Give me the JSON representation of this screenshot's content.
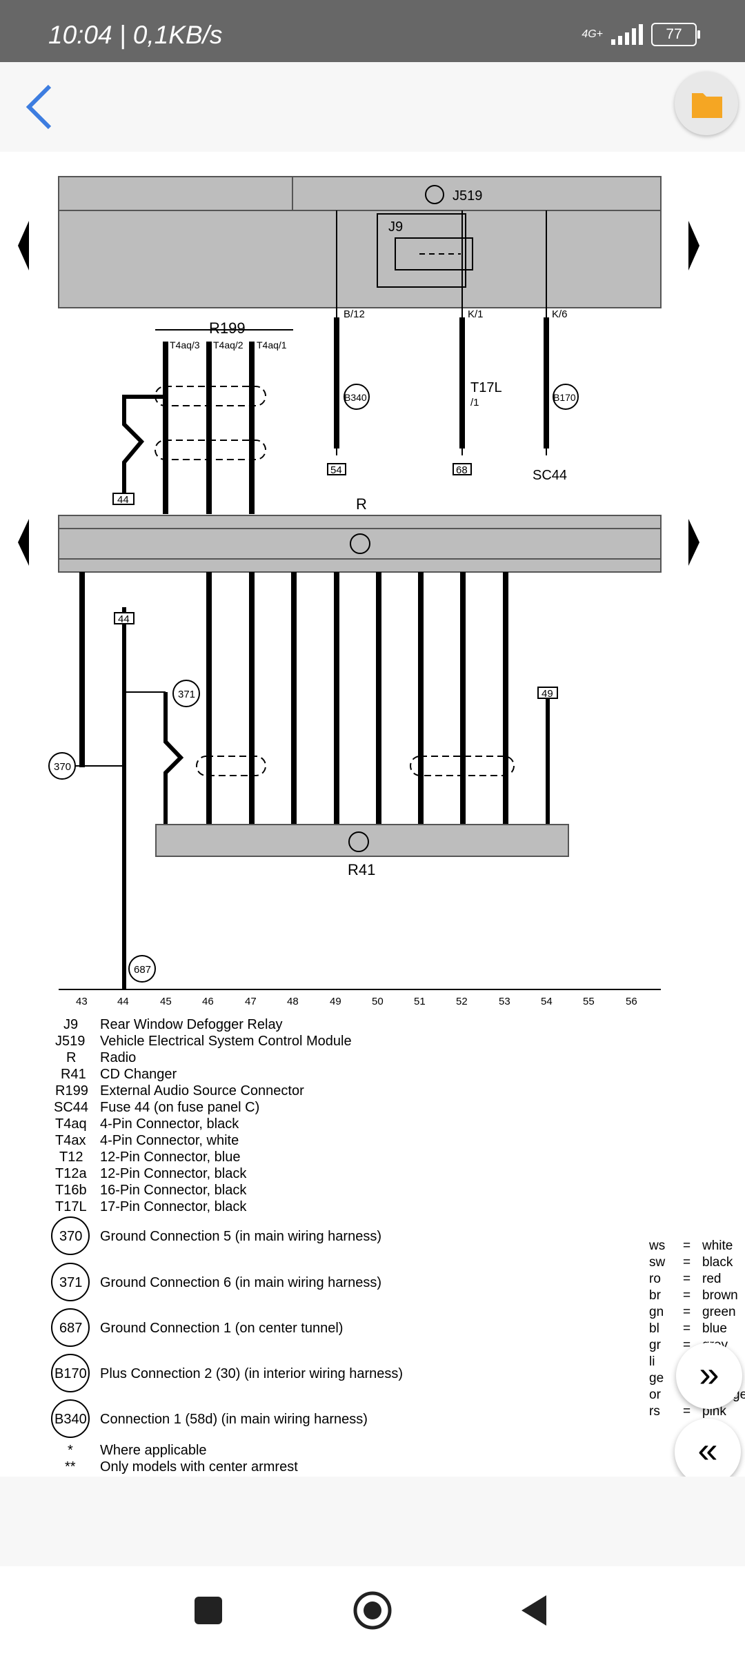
{
  "status": {
    "time": "10:04 | 0,1KB/s",
    "network": "4G+",
    "battery": "77"
  },
  "toolbar": {
    "back_icon": "chevron-left-icon",
    "folder_icon": "folder-icon",
    "folder_color": "#f5a623"
  },
  "diagram": {
    "j519_label": "J519",
    "j9_label": "J9",
    "r199_label": "R199",
    "r_label": "R",
    "r41_label": "R41",
    "wires": {
      "b12": "B/12",
      "k1": "K/1",
      "k6": "K/6",
      "t4aq3": "T4aq/3",
      "t4aq2": "T4aq/2",
      "t4aq1": "T4aq/1",
      "b340": "B340",
      "b170": "B170",
      "t17l": "T17L",
      "t17l_pin": "/1",
      "fuse_54": "54",
      "fuse_68": "68",
      "sc44": "SC44",
      "fuse_44": "44",
      "fuse_49": "49",
      "g370": "370",
      "g371": "371",
      "g687": "687"
    },
    "columns": [
      "43",
      "44",
      "45",
      "46",
      "47",
      "48",
      "49",
      "50",
      "51",
      "52",
      "53",
      "54",
      "55",
      "56"
    ]
  },
  "legend": [
    {
      "code": "J9",
      "desc": "Rear Window Defogger Relay"
    },
    {
      "code": "J519",
      "desc": "Vehicle Electrical System Control Module"
    },
    {
      "code": "R",
      "desc": "Radio"
    },
    {
      "code": "R41",
      "desc": "CD Changer"
    },
    {
      "code": "R199",
      "desc": "External Audio Source Connector"
    },
    {
      "code": "SC44",
      "desc": "Fuse 44 (on fuse panel C)"
    },
    {
      "code": "T4aq",
      "desc": "4-Pin Connector, black"
    },
    {
      "code": "T4ax",
      "desc": "4-Pin Connector, white"
    },
    {
      "code": "T12",
      "desc": "12-Pin Connector, blue"
    },
    {
      "code": "T12a",
      "desc": "12-Pin Connector, black"
    },
    {
      "code": "T16b",
      "desc": "16-Pin Connector, black"
    },
    {
      "code": "T17L",
      "desc": "17-Pin Connector, black"
    }
  ],
  "grounds": [
    {
      "code": "370",
      "desc": "Ground Connection 5 (in main wiring harness)"
    },
    {
      "code": "371",
      "desc": "Ground Connection 6 (in main wiring harness)"
    },
    {
      "code": "687",
      "desc": "Ground Connection 1 (on center tunnel)"
    },
    {
      "code": "B170",
      "desc": "Plus Connection 2 (30) (in interior wiring harness)"
    },
    {
      "code": "B340",
      "desc": "Connection 1 (58d) (in main wiring harness)"
    }
  ],
  "notes": [
    {
      "mark": "*",
      "desc": "Where applicable"
    },
    {
      "mark": "**",
      "desc": "Only models with center armrest"
    }
  ],
  "colors": [
    {
      "abbr": "ws",
      "name": "white"
    },
    {
      "abbr": "sw",
      "name": "black"
    },
    {
      "abbr": "ro",
      "name": "red"
    },
    {
      "abbr": "br",
      "name": "brown"
    },
    {
      "abbr": "gn",
      "name": "green"
    },
    {
      "abbr": "bl",
      "name": "blue"
    },
    {
      "abbr": "gr",
      "name": "grey"
    },
    {
      "abbr": "li",
      "name": ""
    },
    {
      "abbr": "ge",
      "name": ""
    },
    {
      "abbr": "or",
      "name": "ge"
    },
    {
      "abbr": "rs",
      "name": "pink"
    }
  ],
  "fabs": {
    "next_icon": "double-chevron-right-icon",
    "prev_icon": "double-chevron-left-icon",
    "collapse_icon": "collapse-arrows-icon"
  },
  "nav": {
    "recent_icon": "square-icon",
    "home_icon": "home-circle-icon",
    "back_icon": "back-triangle-icon"
  }
}
